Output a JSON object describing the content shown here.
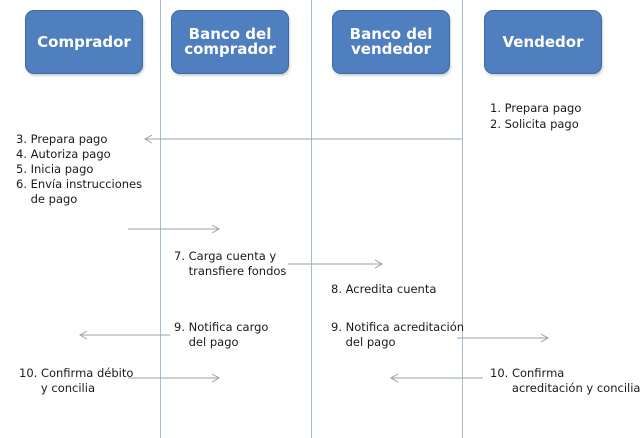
{
  "actors": [
    {
      "label": "Comprador"
    },
    {
      "label": "Banco del\ncomprador"
    },
    {
      "label": "Banco del\nvendedor"
    },
    {
      "label": "Vendedor"
    }
  ],
  "steps": {
    "s1": "1. Prepara pago",
    "s2": "2. Solicita pago",
    "s3": "3. Prepara pago",
    "s4": "4. Autoriza pago",
    "s5": "5. Inicia pago",
    "s6": "6. Envía instrucciones\n    de pago",
    "s7": "7. Carga cuenta y\n    transfiere fondos",
    "s8": "8. Acredita cuenta",
    "s9a": "9. Notifica cargo\n    del pago",
    "s9b": "9. Notifica acreditación\n    del pago",
    "s10a": "10. Confirma débito\n      y concilia",
    "s10b": "10. Confirma\n      acreditación y concilia"
  },
  "colors": {
    "actor_fill": "#4f7fbf",
    "lane_line": "#a8bccd",
    "arrow": "#9aa0a6"
  }
}
